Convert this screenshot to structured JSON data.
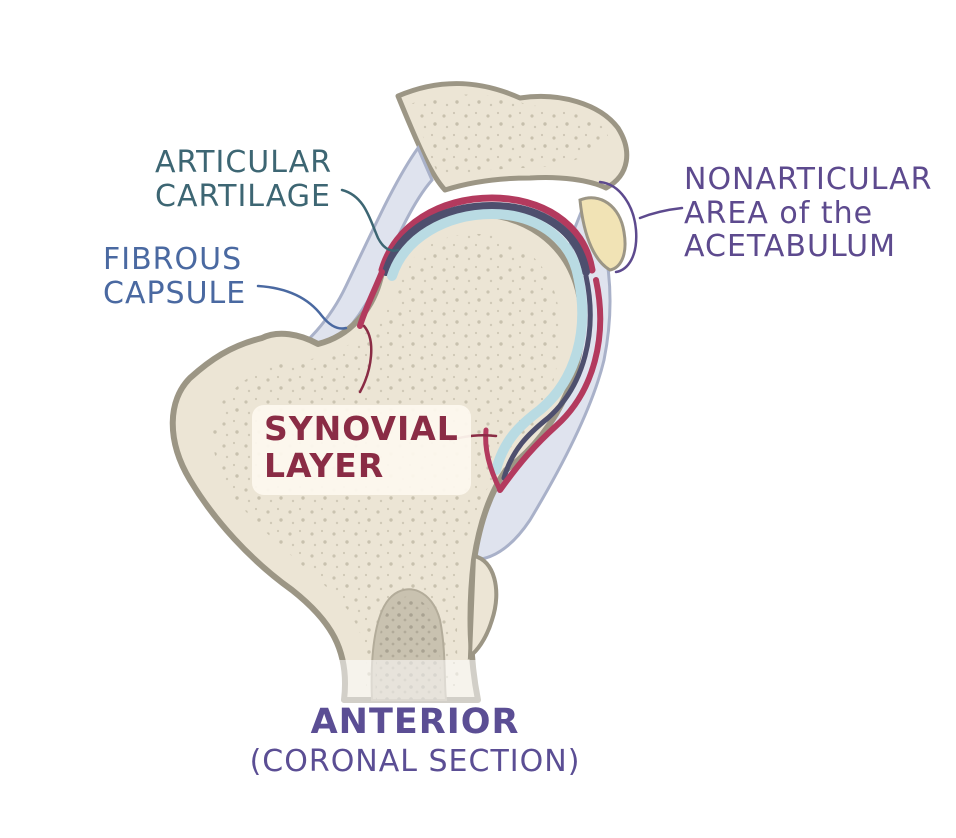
{
  "diagram": {
    "labels": {
      "articular_cartilage": [
        "ARTICULAR",
        "CARTILAGE"
      ],
      "fibrous_capsule": [
        "FIBROUS",
        "CAPSULE"
      ],
      "nonarticular_area": [
        "NONARTICULAR",
        "AREA of the",
        "ACETABULUM"
      ],
      "synovial_layer": [
        "SYNOVIAL",
        "LAYER"
      ]
    },
    "view_title": "ANTERIOR",
    "view_subtitle": "(CORONAL SECTION)"
  },
  "colors": {
    "bone_fill": "#ece5d5",
    "bone_outline": "#9c9685",
    "marrow": "#c9c2b0",
    "capsule": "#dfe3ee",
    "capsule_outline": "#a9b1c9",
    "synovial": "#b33a5e",
    "joint_cavity": "#4e4f6e",
    "cartilage": "#b9dbe3",
    "nonarticular_fat": "#f1e3b5",
    "articular_label": "#3d6673",
    "fibrous_label": "#4a69a1",
    "nonarticular_label": "#5d4a8e",
    "synovial_label": "#8a2c45",
    "title": "#5b4e94"
  }
}
